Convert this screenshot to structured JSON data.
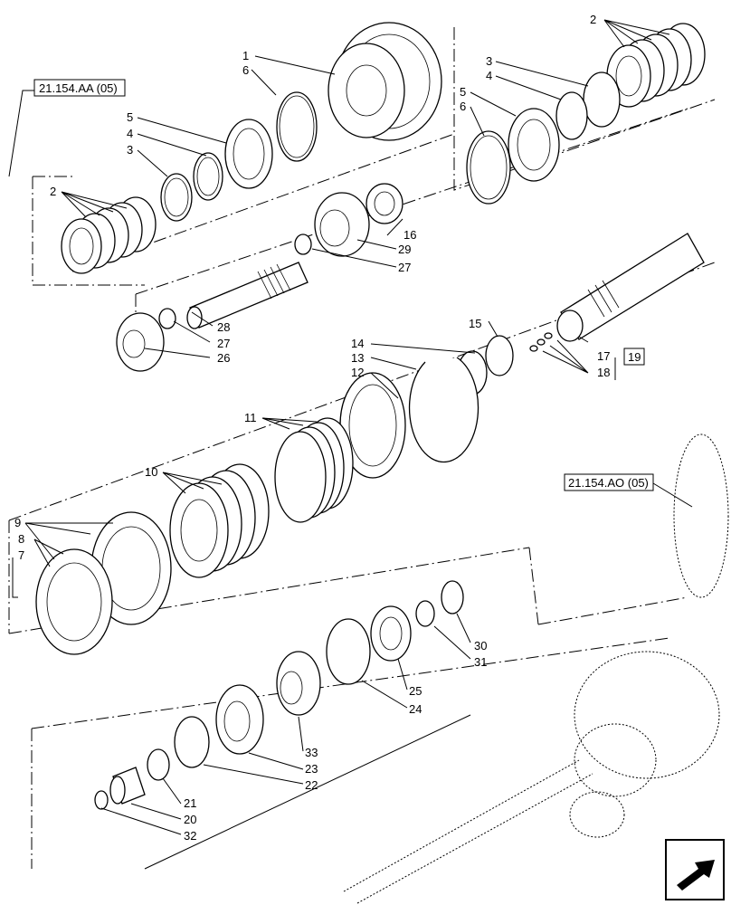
{
  "refs": {
    "top_left": "21.154.AA (05)",
    "right": "21.154.AO (05)",
    "box_19": "19"
  },
  "labels": {
    "n1": "1",
    "n2a": "2",
    "n2b": "2",
    "n3a": "3",
    "n3b": "3",
    "n4a": "4",
    "n4b": "4",
    "n5a": "5",
    "n5b": "5",
    "n6a": "6",
    "n6b": "6",
    "n7": "7",
    "n8": "8",
    "n9": "9",
    "n10": "10",
    "n11": "11",
    "n12": "12",
    "n13": "13",
    "n14": "14",
    "n15": "15",
    "n16": "16",
    "n17": "17",
    "n18": "18",
    "n20": "20",
    "n21": "21",
    "n22": "22",
    "n23": "23",
    "n24": "24",
    "n25": "25",
    "n26": "26",
    "n27a": "27",
    "n27b": "27",
    "n28": "28",
    "n29": "29",
    "n30": "30",
    "n31": "31",
    "n32": "32",
    "n33": "33"
  },
  "icons": {
    "nav": "arrow-nav-icon"
  }
}
